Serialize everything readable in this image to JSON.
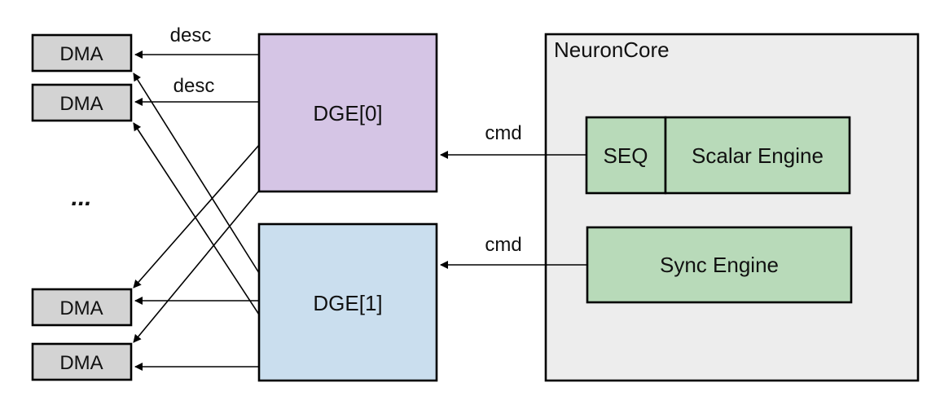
{
  "colors": {
    "dma_fill": "#d3d3d3",
    "dge0_fill": "#d5c5e5",
    "dge1_fill": "#cadeee",
    "neuroncore_fill": "#ededed",
    "engine_fill": "#b8dab9",
    "stroke": "#000000"
  },
  "dma": {
    "label_0": "DMA",
    "label_1": "DMA",
    "label_2": "DMA",
    "label_3": "DMA",
    "ellipsis": "..."
  },
  "dge": {
    "dge0_label": "DGE[0]",
    "dge1_label": "DGE[1]"
  },
  "neuroncore": {
    "title": "NeuronCore",
    "seq_label": "SEQ",
    "scalar_engine_label": "Scalar Engine",
    "sync_engine_label": "Sync Engine"
  },
  "edges": {
    "desc_label_0": "desc",
    "desc_label_1": "desc",
    "cmd_label_0": "cmd",
    "cmd_label_1": "cmd"
  }
}
